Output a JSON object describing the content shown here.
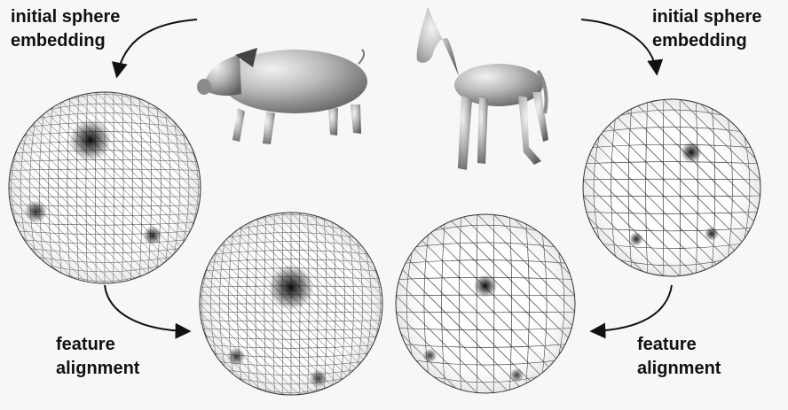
{
  "labels": {
    "top_left": [
      "initial sphere",
      "embedding"
    ],
    "top_right": [
      "initial sphere",
      "embedding"
    ],
    "bottom_left": [
      "feature",
      "alignment"
    ],
    "bottom_right": [
      "feature",
      "alignment"
    ]
  }
}
